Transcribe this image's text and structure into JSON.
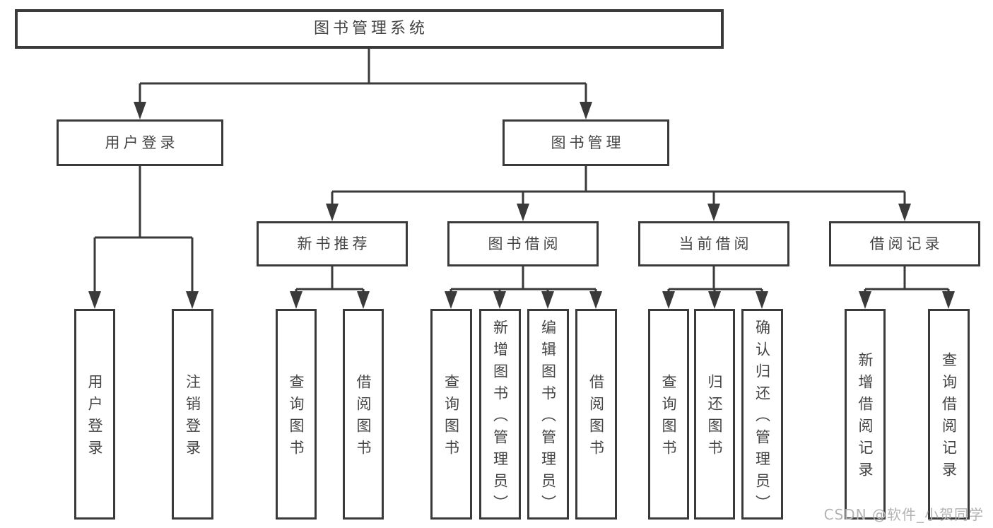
{
  "colors": {
    "line": "#3a3a3a",
    "box_border": "#3a3a3a",
    "text": "#444444",
    "watermark": "#b3b3b3",
    "background": "#ffffff"
  },
  "tree": {
    "root": {
      "label": "图书管理系统",
      "children": [
        {
          "label": "用户登录",
          "children": [
            {
              "label": "用户登录"
            },
            {
              "label": "注销登录"
            }
          ]
        },
        {
          "label": "图书管理",
          "children": [
            {
              "label": "新书推荐",
              "children": [
                {
                  "label": "查询图书"
                },
                {
                  "label": "借阅图书"
                }
              ]
            },
            {
              "label": "图书借阅",
              "children": [
                {
                  "label": "查询图书"
                },
                {
                  "label": "新增图书（管理员）"
                },
                {
                  "label": "编辑图书（管理员）"
                },
                {
                  "label": "借阅图书"
                }
              ]
            },
            {
              "label": "当前借阅",
              "children": [
                {
                  "label": "查询图书"
                },
                {
                  "label": "归还图书"
                },
                {
                  "label": "确认归还（管理员）"
                }
              ]
            },
            {
              "label": "借阅记录",
              "children": [
                {
                  "label": "新增借阅记录"
                },
                {
                  "label": "查询借阅记录"
                }
              ]
            }
          ]
        }
      ]
    }
  },
  "watermark": {
    "text": "CSDN @软件_小贺同学"
  }
}
